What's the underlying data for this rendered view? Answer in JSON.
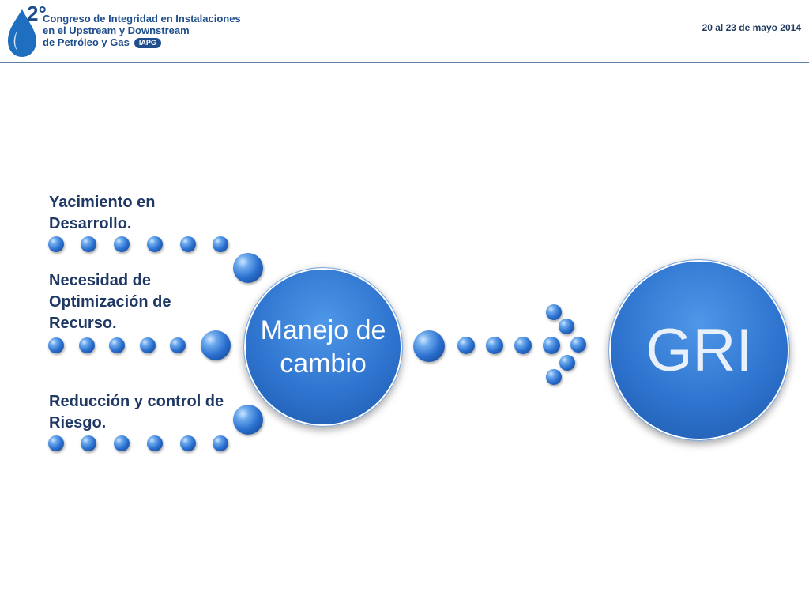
{
  "header": {
    "logo_number": "2°",
    "logo_lines": [
      "Congreso de Integridad en Instalaciones",
      "en el Upstream y Downstream",
      "de Petróleo y Gas"
    ],
    "logo_badge": "IAPG",
    "date": "20 al 23 de mayo 2014"
  },
  "diagram": {
    "inputs": [
      {
        "label": "Yacimiento en Desarrollo."
      },
      {
        "label": "Necesidad de Optimización de Recurso."
      },
      {
        "label": "Reducción y control de Riesgo."
      }
    ],
    "center_label": "Manejo de cambio",
    "target_label": "GRI"
  },
  "colors": {
    "primary_blue": "#2e74cf",
    "dark_blue": "#1f3864",
    "header_blue": "#1f4e8c"
  }
}
